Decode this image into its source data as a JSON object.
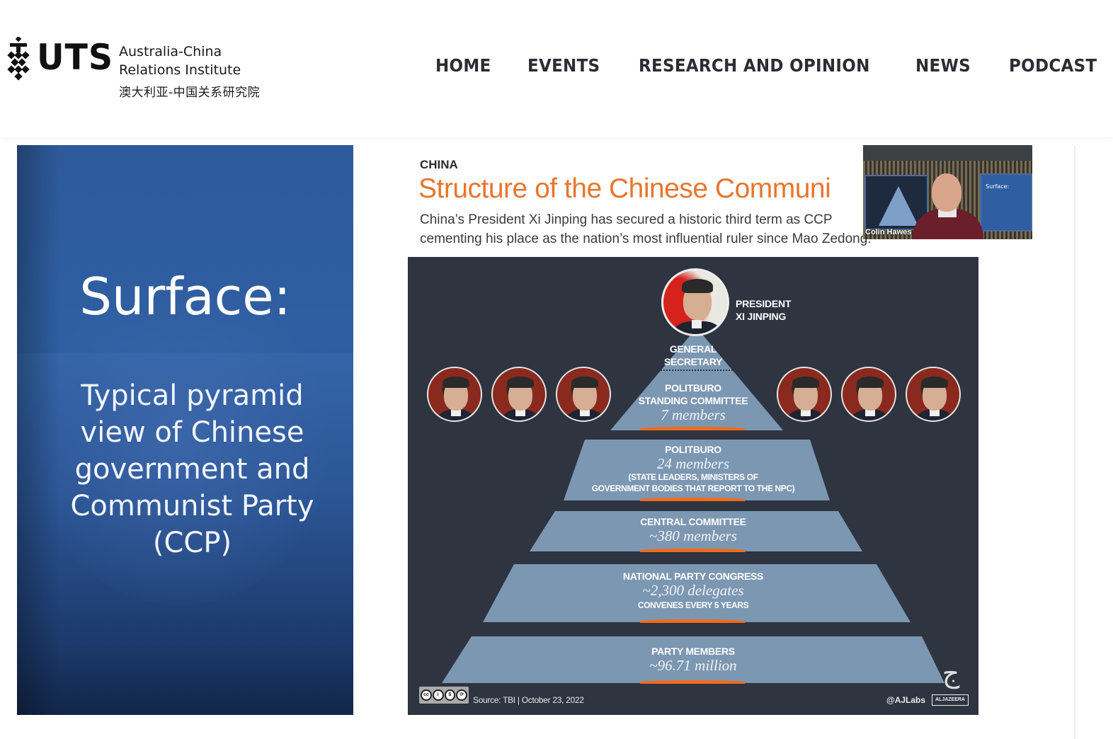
{
  "header": {
    "logo": {
      "mark": "UTS",
      "line1": "Australia-China",
      "line2": "Relations Institute",
      "chinese": "澳大利亚-中国关系研究院"
    },
    "nav": [
      {
        "label": "HOME"
      },
      {
        "label": "EVENTS"
      },
      {
        "label": "RESEARCH AND OPINION"
      },
      {
        "label": "NEWS"
      },
      {
        "label": "PODCAST"
      }
    ]
  },
  "slide": {
    "title": "Surface:",
    "body": "Typical pyramid view of Chinese government and Communist Party (CCP)",
    "colors": {
      "primary": "#2f5fa2",
      "dark": "#13284e"
    }
  },
  "article": {
    "kicker": "CHINA",
    "title": "Structure of the Chinese Communi",
    "subtitle_line1": "China’s President Xi Jinping has secured a historic third term as CCP",
    "subtitle_line2": "cementing his place as the nation’s most influential ruler since Mao Zedong.",
    "title_color": "#e8762e"
  },
  "video": {
    "speaker_name": "Colin Hawes",
    "screen_right_label": "Surface:"
  },
  "infographic": {
    "president_label_1": "PRESIDENT",
    "president_label_2": "XI JINPING",
    "tiers": [
      {
        "title": "GENERAL",
        "title2": "SECRETARY"
      },
      {
        "title": "POLITBURO",
        "title2": "STANDING COMMITTEE",
        "count": "7 members"
      },
      {
        "title": "POLITBURO",
        "count": "24 members",
        "note1": "(STATE LEADERS, MINISTERS OF",
        "note2": "GOVERNMENT BODIES THAT REPORT TO THE NPC)"
      },
      {
        "title": "CENTRAL COMMITTEE",
        "count": "~380 members"
      },
      {
        "title": "NATIONAL PARTY CONGRESS",
        "count": "~2,300 delegates",
        "note1": "CONVENES EVERY 5 YEARS"
      },
      {
        "title": "PARTY MEMBERS",
        "count": "~96.71  million"
      }
    ],
    "footer": {
      "cc": [
        "cc",
        "i",
        "$",
        "⟳"
      ],
      "source": "Source: TBI   |  October 23, 2022",
      "handle": "@AJLabs",
      "badge": "ALJAZEERA"
    },
    "colors": {
      "bg": "#2e3440",
      "tier": "#7c97b2",
      "accent": "#f26a1b"
    }
  }
}
